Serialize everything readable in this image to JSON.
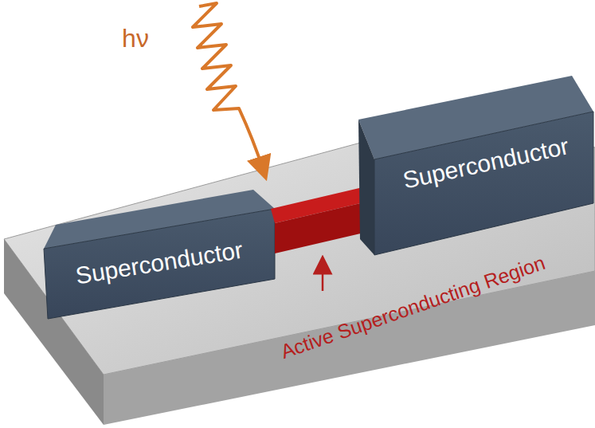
{
  "diagram": {
    "nodes": [
      {
        "text": [
          "Superconductor"
        ]
      },
      {
        "text": [
          "Superconductor"
        ]
      }
    ],
    "labels": [
      "hν",
      "Active Superconducting Region"
    ]
  }
}
